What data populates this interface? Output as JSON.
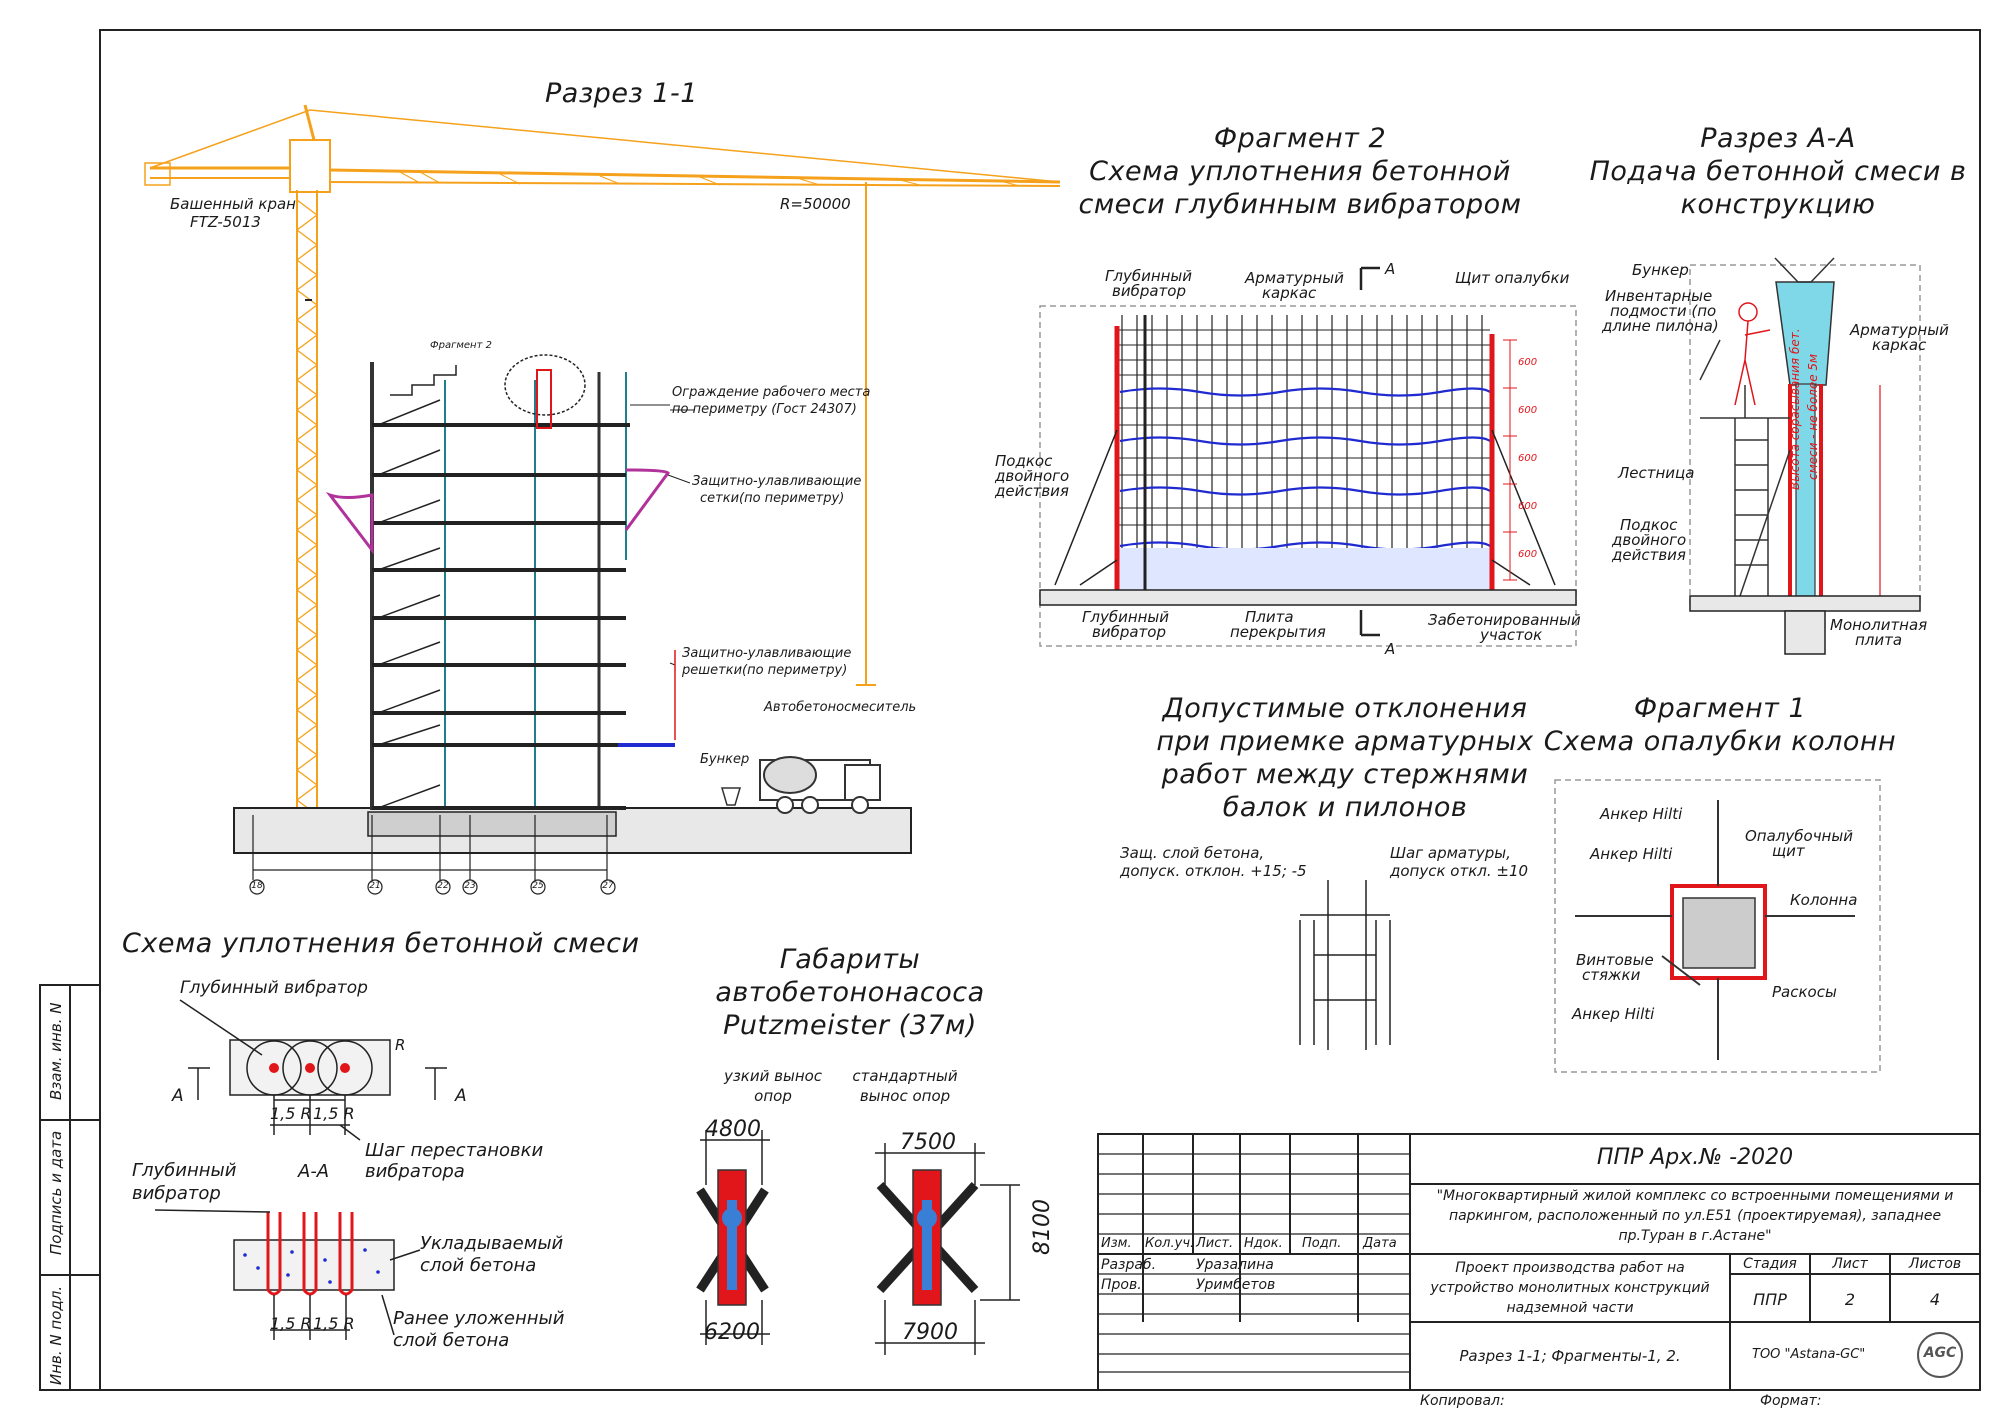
{
  "section_1_1": {
    "title": "Разрез 1-1",
    "crane_label_1": "Башенный кран",
    "crane_label_2": "FTZ-5013",
    "radius": "R=50000",
    "fragment2_ref": "Фрагмент 2",
    "guard_1": "Ограждение рабочего места",
    "guard_2": "по периметру (Гост 24307)",
    "net_1": "Защитно-улавливающие",
    "net_2": "сетки(по периметру)",
    "grid_1": "Защитно-улавливающие",
    "grid_2": "решетки(по периметру)",
    "mixer": "Автобетоносмеситель",
    "bunker": "Бункер",
    "axes": [
      "18",
      "21",
      "22",
      "23",
      "25",
      "27"
    ]
  },
  "fragment2": {
    "title_1": "Фрагмент 2",
    "title_2": "Схема уплотнения бетонной",
    "title_3": "смеси глубинным вибратором",
    "vib_top_1": "Глубинный",
    "vib_top_2": "вибратор",
    "frame_1": "Арматурный",
    "frame_2": "каркас",
    "shield": "Щит опалубки",
    "cut": "A",
    "prop_1": "Подкос",
    "prop_2": "двойного",
    "prop_3": "действия",
    "vib_bot_1": "Глубинный",
    "vib_bot_2": "вибратор",
    "slab_1": "Плита",
    "slab_2": "перекрытия",
    "conc_1": "Забетонированный",
    "conc_2": "участок",
    "dims": [
      "600",
      "600",
      "600",
      "600",
      "600"
    ]
  },
  "section_aa": {
    "title_1": "Разрез А-А",
    "title_2": "Подача бетонной смеси в",
    "title_3": "конструкцию",
    "bunker": "Бункер",
    "scaff_1": "Инвентарные",
    "scaff_2": "подмости (по",
    "scaff_3": "длине пилона)",
    "frame_1": "Арматурный",
    "frame_2": "каркас",
    "ladder": "Лестница",
    "prop_1": "Подкос",
    "prop_2": "двойного",
    "prop_3": "действия",
    "slab_1": "Монолитная",
    "slab_2": "плита",
    "height_1": "Высота сбрасывания бет.",
    "height_2": "смеси - не более 5м"
  },
  "tolerances": {
    "title_1": "Допустимые отклонения",
    "title_2": "при приемке арматурных",
    "title_3": "работ между стержнями",
    "title_4": "балок и пилонов",
    "cover_1": "Защ. слой бетона,",
    "cover_2": "допуск. отклон. +15; -5",
    "step_1": "Шаг арматуры,",
    "step_2": "допуск откл. ±10"
  },
  "fragment1": {
    "title_1": "Фрагмент 1",
    "title_2": "Схема опалубки колонн",
    "anchor_top": "Анкер Hilti",
    "shield_1": "Опалубочный",
    "shield_2": "щит",
    "anchor_left": "Анкер Hilti",
    "column": "Колонна",
    "ties_1": "Винтовые",
    "ties_2": "стяжки",
    "braces": "Раскосы",
    "anchor_bottom": "Анкер Hilti"
  },
  "compaction": {
    "title": "Схема уплотнения бетонной смеси",
    "vib": "Глубинный вибратор",
    "cut_a": "А",
    "r": "R",
    "dim_1": "1,5 R",
    "dim_2": "1,5 R",
    "step_1": "Шаг перестановки",
    "step_2": "вибратора",
    "section": "А-А",
    "vib2_1": "Глубинный",
    "vib2_2": "вибратор",
    "layer_1": "Укладываемый",
    "layer_2": "слой бетона",
    "prev_1": "Ранее уложенный",
    "prev_2": "слой бетона"
  },
  "pump": {
    "title_1": "Габариты",
    "title_2": "автобетононасоса",
    "title_3": "Putzmeister (37м)",
    "narrow_1": "узкий вынос",
    "narrow_2": "опор",
    "std_1": "стандартный",
    "std_2": "вынос опор",
    "d_4800": "4800",
    "d_7500": "7500",
    "d_8100": "8100",
    "d_6200": "6200",
    "d_7900": "7900"
  },
  "side_stamp": {
    "f1": "Взам. инв. N",
    "f2": "Подпись и дата",
    "f3": "Инв. N подл."
  },
  "title_block": {
    "code": "ППР Арх.№ -2020",
    "object_1": "\"Многоквартирный жилой комплекс со встроенными помещениями и",
    "object_2": "паркингом, расположенный по ул.Е51 (проектируемая), западнее",
    "object_3": "пр.Туран в г.Астане\"",
    "col_izm": "Изм.",
    "col_koluch": "Кол.уч.",
    "col_list": "Лист.",
    "col_ndok": "Ндок.",
    "col_podp": "Подп.",
    "col_data": "Дата",
    "razrab": "Разраб.",
    "razrab_name": "Уразалина",
    "prov": "Пров.",
    "prov_name": "Уримбетов",
    "doc_1": "Проект производства работ на",
    "doc_2": "устройство монолитных конструкций",
    "doc_3": "надземной части",
    "stage_h": "Стадия",
    "sheet_h": "Лист",
    "sheets_h": "Листов",
    "stage": "ППР",
    "sheet": "2",
    "sheets": "4",
    "sheet_name": "Разрез 1-1; Фрагменты-1, 2.",
    "company": "ТОО \"Astana-GC\"",
    "logo": "AGC",
    "copied": "Копировал:",
    "format": "Формат:"
  },
  "colors": {
    "crane": "#f5a11c",
    "rebar": "#1f2bd0",
    "formwork": "#e0161b",
    "concrete": "#7fd8e8",
    "net": "#b0329a",
    "building": "#1f7f8a"
  }
}
